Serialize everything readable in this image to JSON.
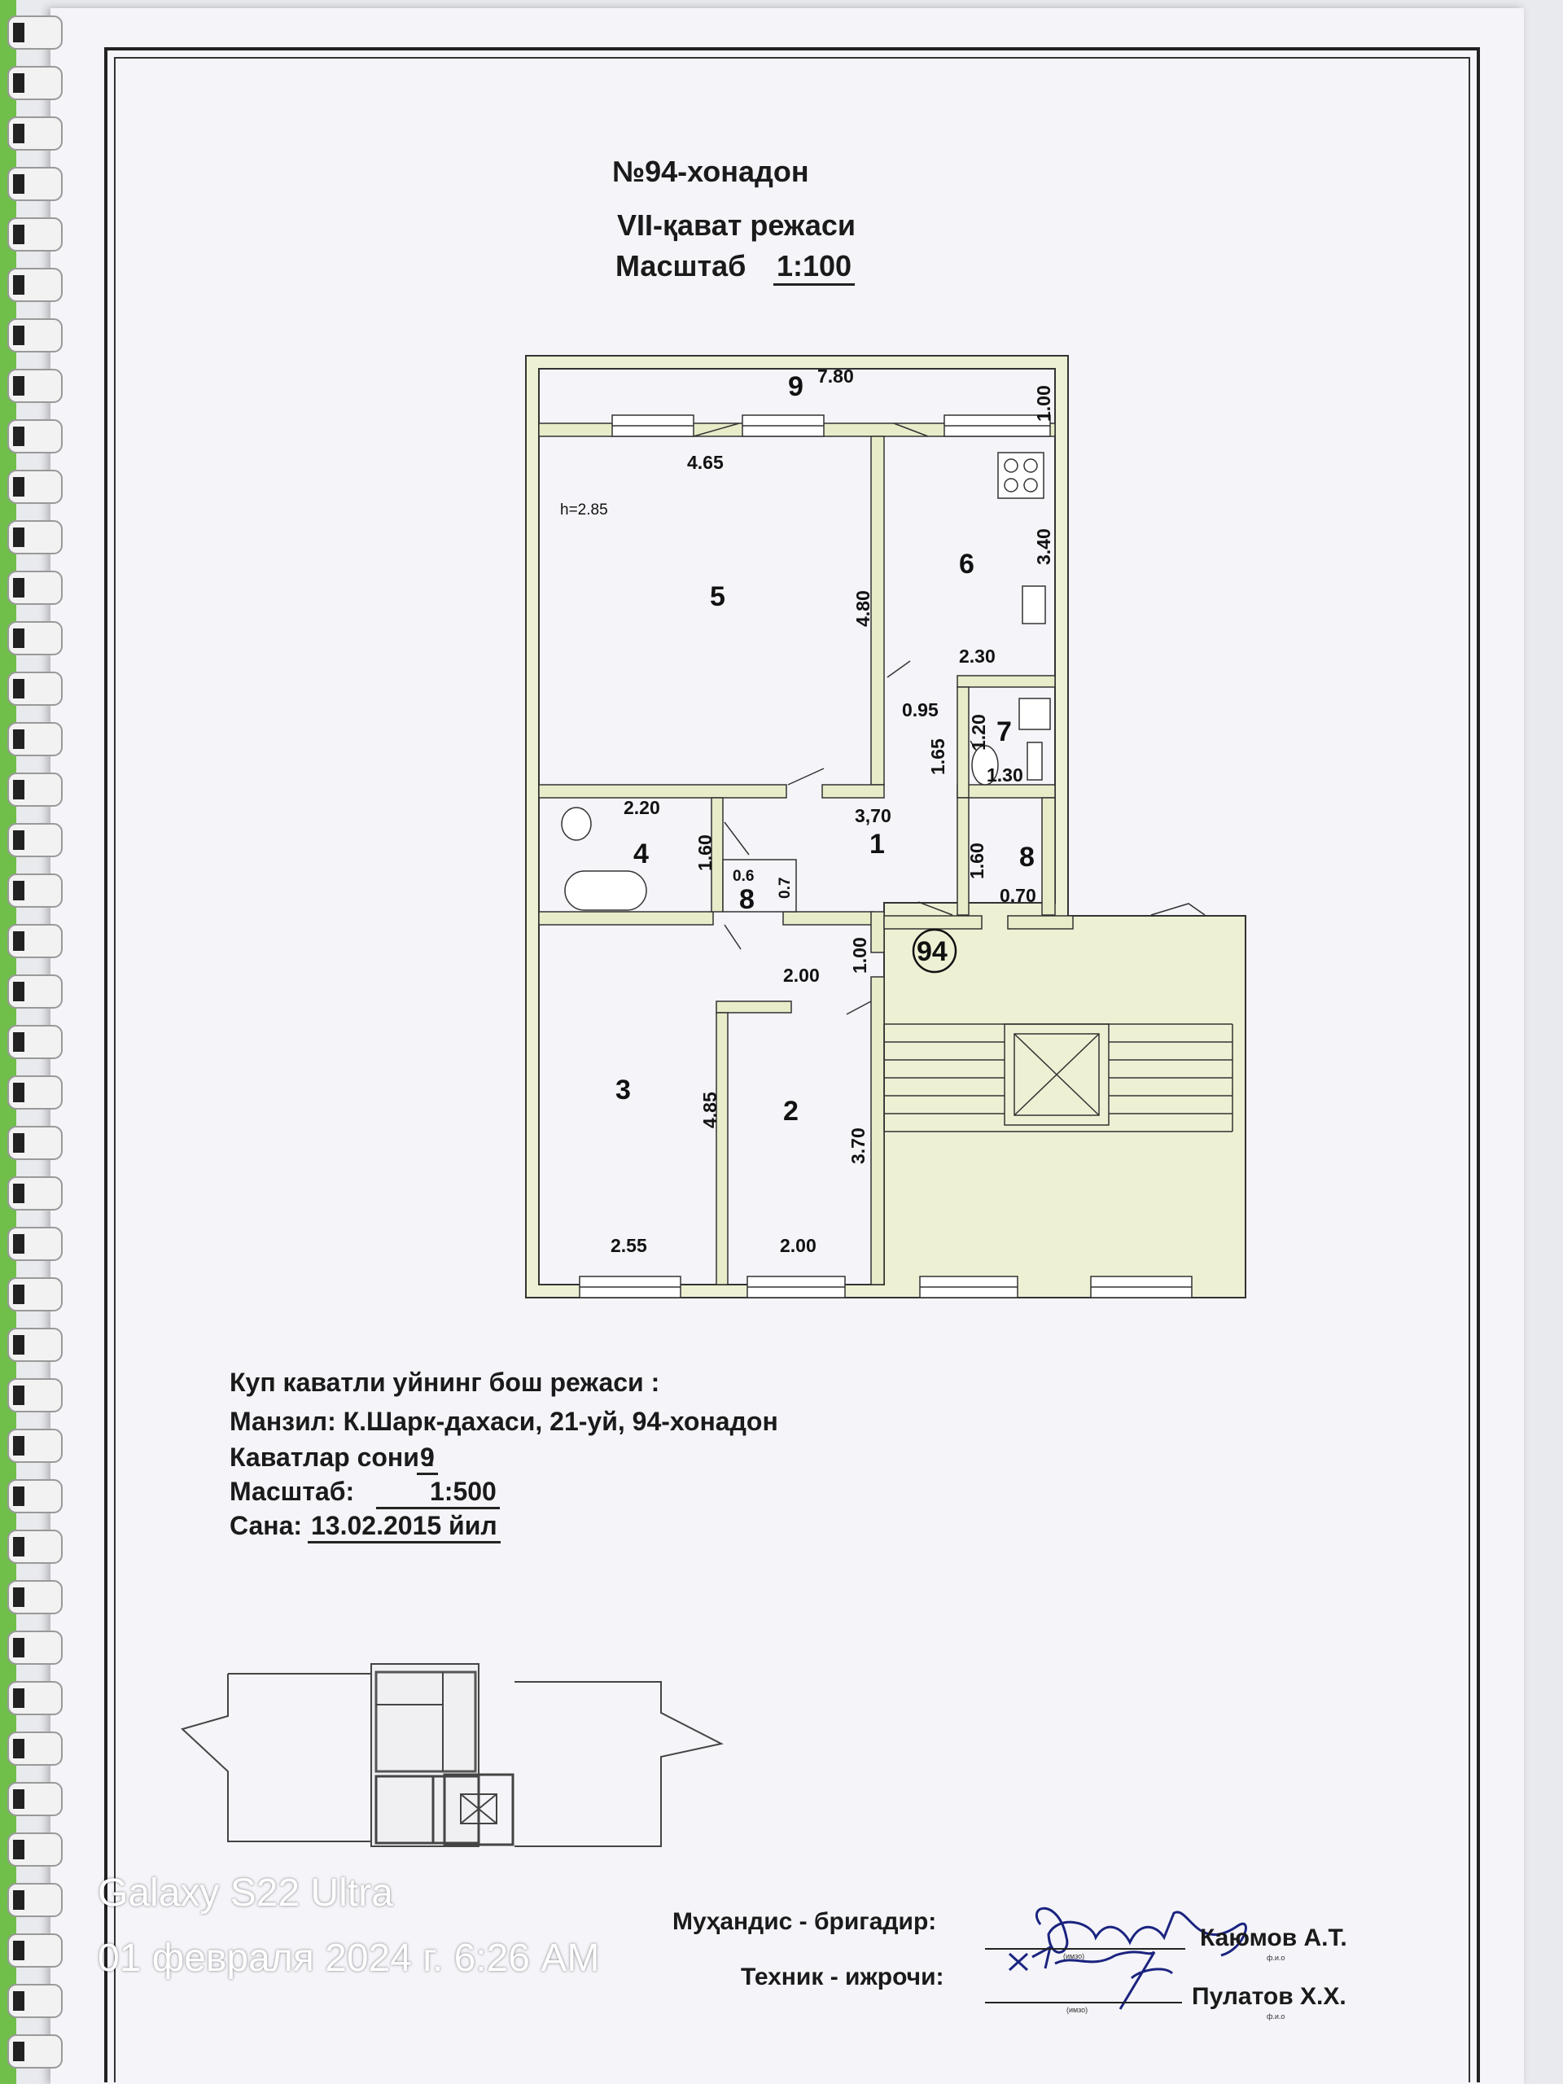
{
  "header": {
    "apartment_title": "№94-хонадон",
    "floor_plan_title": "VII-қават режаси",
    "scale_label": "Масштаб",
    "scale_value": "1:100"
  },
  "plan": {
    "ceiling_height": "h=2.85",
    "apartment_marker": "94",
    "rooms": [
      {
        "number": "1",
        "name": "hall"
      },
      {
        "number": "2",
        "name": "room-2"
      },
      {
        "number": "3",
        "name": "room-3"
      },
      {
        "number": "4",
        "name": "bathroom"
      },
      {
        "number": "5",
        "name": "room-5"
      },
      {
        "number": "6",
        "name": "kitchen"
      },
      {
        "number": "7",
        "name": "toilet"
      },
      {
        "number": "8",
        "name": "storage-a"
      },
      {
        "number": "8",
        "name": "storage-b"
      },
      {
        "number": "9",
        "name": "balcony"
      }
    ],
    "dimensions": {
      "balcony_length": "7.80",
      "balcony_depth": "1.00",
      "room5_width": "4.65",
      "room5_depth": "4.80",
      "kitchen_depth": "3.40",
      "kitchen_width": "2.30",
      "corridor_width": "0.95",
      "toilet_depth": "1.20",
      "toilet_side": "1.65",
      "toilet_width": "1.30",
      "hall_length": "3,70",
      "bath_width": "2.20",
      "bath_depth": "1.60",
      "storage_a_w": "0.6",
      "storage_a_d": "0.7",
      "storage_b_d": "1.60",
      "storage_b_w": "0.70",
      "passage_depth": "1.00",
      "passage_width": "2.00",
      "room3_depth": "4.85",
      "room3_width": "2.55",
      "room2_depth": "3.70",
      "room2_width": "2.00"
    }
  },
  "info": {
    "title": "Куп каватли уйнинг бош режаси :",
    "address_label": "Манзил: К.Шарк-дахаси, 21-уй, 94-хонадон",
    "floors_label": "Каватлар сони :",
    "floors_value": "9",
    "scale_label": "Масштаб:",
    "scale_value": "1:500",
    "date_label": "Сана:",
    "date_value": "13.02.2015 йил"
  },
  "signatures": [
    {
      "role": "Муҳандис - бригадир:",
      "sign_caption": "(имзо)",
      "name": "Каюмов А.Т.",
      "name_caption": "ф.и.о"
    },
    {
      "role": "Техник - ижрочи:",
      "sign_caption": "(имзо)",
      "name": "Пулатов Х.Х.",
      "name_caption": "ф.и.о"
    }
  ],
  "camera_overlay": {
    "device": "Galaxy S22 Ultra",
    "timestamp": "01 февраля 2024 г. 6:26 AM"
  },
  "colors": {
    "background": "#6fbf4a",
    "paper": "#f4f4f9",
    "wall_fill": "#e8ecc9",
    "ink": "#1a1a1a"
  }
}
